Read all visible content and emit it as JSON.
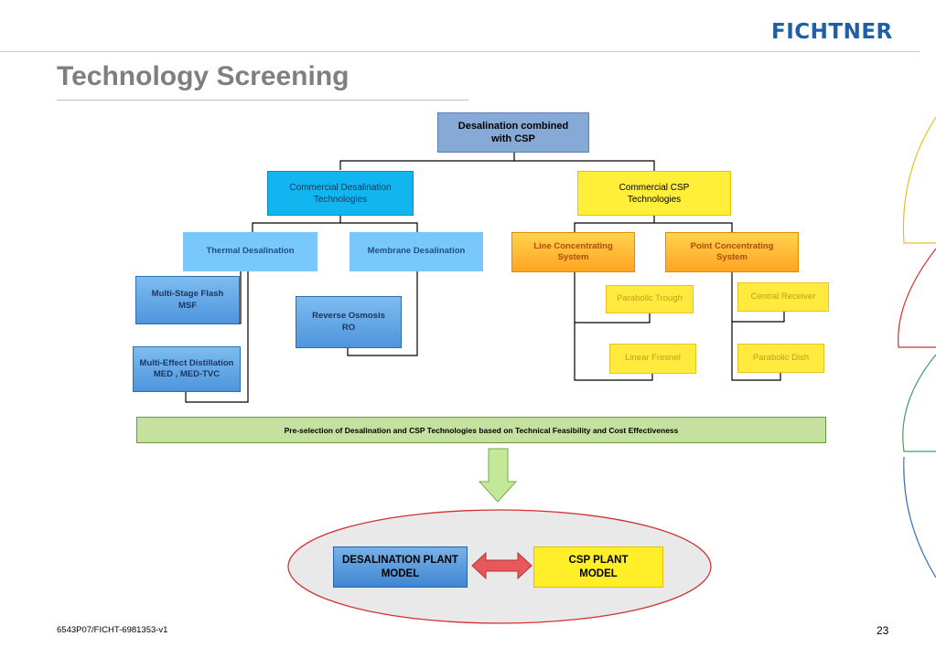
{
  "header": {
    "logo": "FICHTNER",
    "title": "Technology Screening"
  },
  "diagram": {
    "root": "Desalination combined\nwith CSP",
    "desal": {
      "label": "Commercial Desalination\nTechnologies",
      "thermal": "Thermal Desalination",
      "membrane": "Membrane Desalination",
      "msf": "Multi-Stage Flash\nMSF",
      "med": "Multi-Effect Distillation\nMED , MED-TVC",
      "ro": "Reverse Osmosis\nRO"
    },
    "csp": {
      "label": "Commercial CSP\nTechnologies",
      "line": "Line Concentrating\nSystem",
      "point": "Point Concentrating\nSystem",
      "trough": "Parabolic Trough",
      "fresnel": "Linear Fresnel",
      "receiver": "Central Receiver",
      "dish": "Parabolic Dish"
    },
    "preselection": "Pre-selection of Desalination and CSP Technologies based on Technical Feasibility and Cost Effectiveness",
    "models": {
      "desal": "DESALINATION PLANT\nMODEL",
      "csp": "CSP PLANT\nMODEL"
    }
  },
  "colors": {
    "logo": "#1f5fa8",
    "arrow_green": "#c4e89a",
    "arrow_red": "#e8585a",
    "ellipse_border": "#d43030"
  },
  "footer": {
    "doc_id": "6543P07/FICHT-6981353-v1",
    "page": "23"
  }
}
